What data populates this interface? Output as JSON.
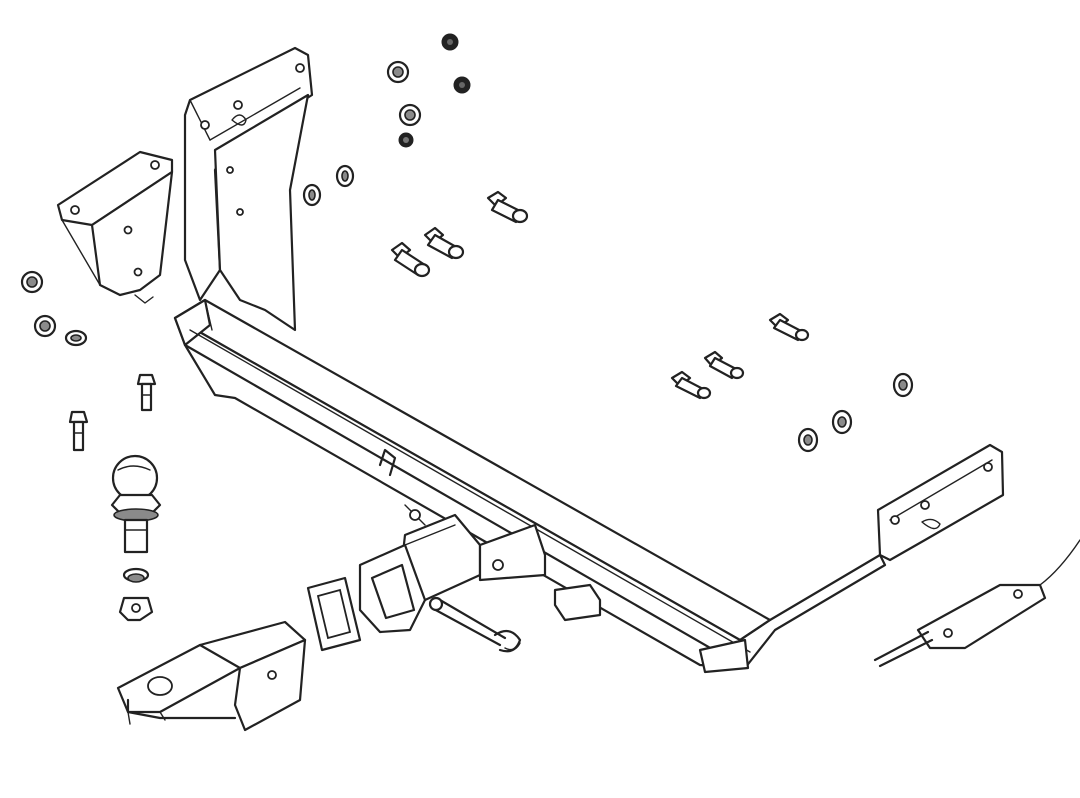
{
  "colors": {
    "background": "#ffffff",
    "ink": "#222222"
  },
  "parts": [
    {
      "name": "tow-bar-crossmember"
    },
    {
      "name": "left-side-mounting-bracket"
    },
    {
      "name": "left-upper-bracket"
    },
    {
      "name": "right-side-mounting-plate"
    },
    {
      "name": "receiver-hitch"
    },
    {
      "name": "ball-mount-drawbar"
    },
    {
      "name": "tow-ball"
    },
    {
      "name": "hitch-pin-clip"
    },
    {
      "name": "wiring-connector-bracket"
    },
    {
      "name": "bolts-nuts-washers"
    }
  ]
}
